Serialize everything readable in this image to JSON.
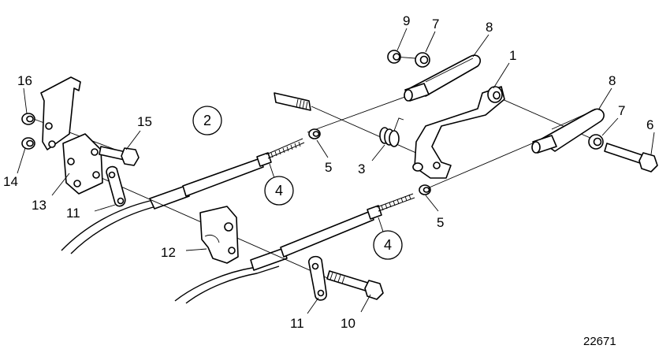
{
  "diagram": {
    "figure_number": "22671",
    "callouts": {
      "c1": "1",
      "c3": "3",
      "c5a": "5",
      "c5b": "5",
      "c6": "6",
      "c7a": "7",
      "c7b": "7",
      "c8a": "8",
      "c8b": "8",
      "c9": "9",
      "c10": "10",
      "c11a": "11",
      "c11b": "11",
      "c12": "12",
      "c13": "13",
      "c14": "14",
      "c15": "15",
      "c16": "16"
    },
    "circled_callouts": {
      "c2": "2",
      "c4a": "4",
      "c4b": "4"
    }
  }
}
